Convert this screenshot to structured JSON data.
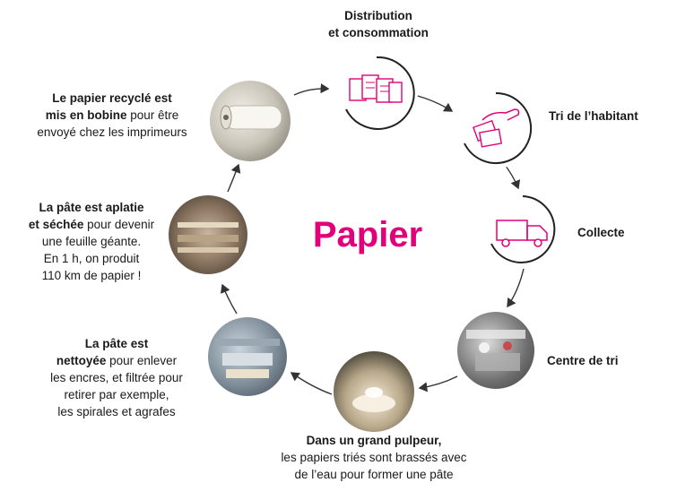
{
  "title": "Papier",
  "steps": {
    "distribution": {
      "line1": "Distribution",
      "line2": "et consommation",
      "icon": "documents-icon"
    },
    "tri_habitant": {
      "label": "Tri de l’habitant",
      "icon": "hand-sorting-icon"
    },
    "collecte": {
      "label": "Collecte",
      "icon": "truck-icon"
    },
    "centre_tri": {
      "label": "Centre de tri",
      "image": "sorting-center-photo"
    },
    "pulpeur": {
      "bold": "Dans un grand pulpeur,",
      "line2": "les papiers triés sont brassés avec",
      "line3": "de l’eau pour former une pâte",
      "image": "pulper-photo"
    },
    "nettoyee": {
      "bold1": "La pâte est",
      "bold2": "nettoyée",
      "rest2": " pour enlever",
      "line3": "les encres, et filtrée pour",
      "line4": "retirer par exemple,",
      "line5": "les spirales et agrafes",
      "image": "cleaning-plant-photo"
    },
    "aplatie": {
      "bold1": "La pâte est aplatie",
      "bold2": "et séchée",
      "rest2": " pour devenir",
      "line3": "une feuille géante.",
      "line4": "En 1 h, on produit",
      "line5": "110 km de papier !",
      "image": "paper-machine-photo"
    },
    "bobine": {
      "bold1": "Le papier recyclé est",
      "bold2": "mis en bobine",
      "rest2": " pour être",
      "line3": "envoyé chez les imprimeurs",
      "image": "paper-roll-photo"
    }
  },
  "colors": {
    "accent": "#e2007a",
    "ink": "#1a1a1a",
    "arrow": "#333333"
  }
}
